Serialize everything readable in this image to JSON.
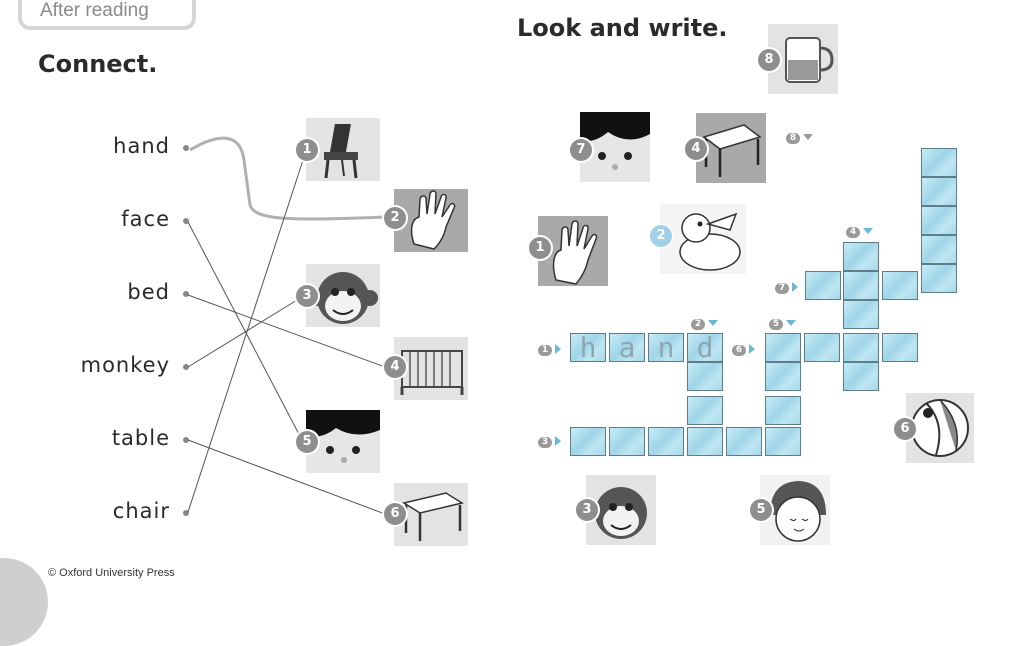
{
  "tab": {
    "label": "After reading"
  },
  "connect": {
    "title": "Connect.",
    "words": [
      "hand",
      "face",
      "bed",
      "monkey",
      "table",
      "chair"
    ],
    "pictures": [
      {
        "number": "1",
        "icon": "chair-icon"
      },
      {
        "number": "2",
        "icon": "hand-icon"
      },
      {
        "number": "3",
        "icon": "monkey-icon"
      },
      {
        "number": "4",
        "icon": "bed-icon"
      },
      {
        "number": "5",
        "icon": "face-icon"
      },
      {
        "number": "6",
        "icon": "table-icon"
      }
    ]
  },
  "crossword": {
    "title": "Look and write.",
    "filled_answer": [
      "h",
      "a",
      "n",
      "d"
    ],
    "clue_numbers": [
      "1",
      "2",
      "3",
      "4",
      "5",
      "6",
      "7",
      "8"
    ],
    "pictures": [
      {
        "number": "1",
        "icon": "hand-icon"
      },
      {
        "number": "2",
        "icon": "duck-icon"
      },
      {
        "number": "3",
        "icon": "monkey-icon"
      },
      {
        "number": "4",
        "icon": "table-icon"
      },
      {
        "number": "5",
        "icon": "baby-icon"
      },
      {
        "number": "6",
        "icon": "ball-icon"
      },
      {
        "number": "7",
        "icon": "face-icon"
      },
      {
        "number": "8",
        "icon": "cup-icon"
      }
    ]
  },
  "footer": {
    "copyright": "© Oxford University Press"
  },
  "colors": {
    "cell": "#a6d9ea",
    "badge": "#8e8e8e",
    "badge_blue": "#9fd0e6"
  }
}
